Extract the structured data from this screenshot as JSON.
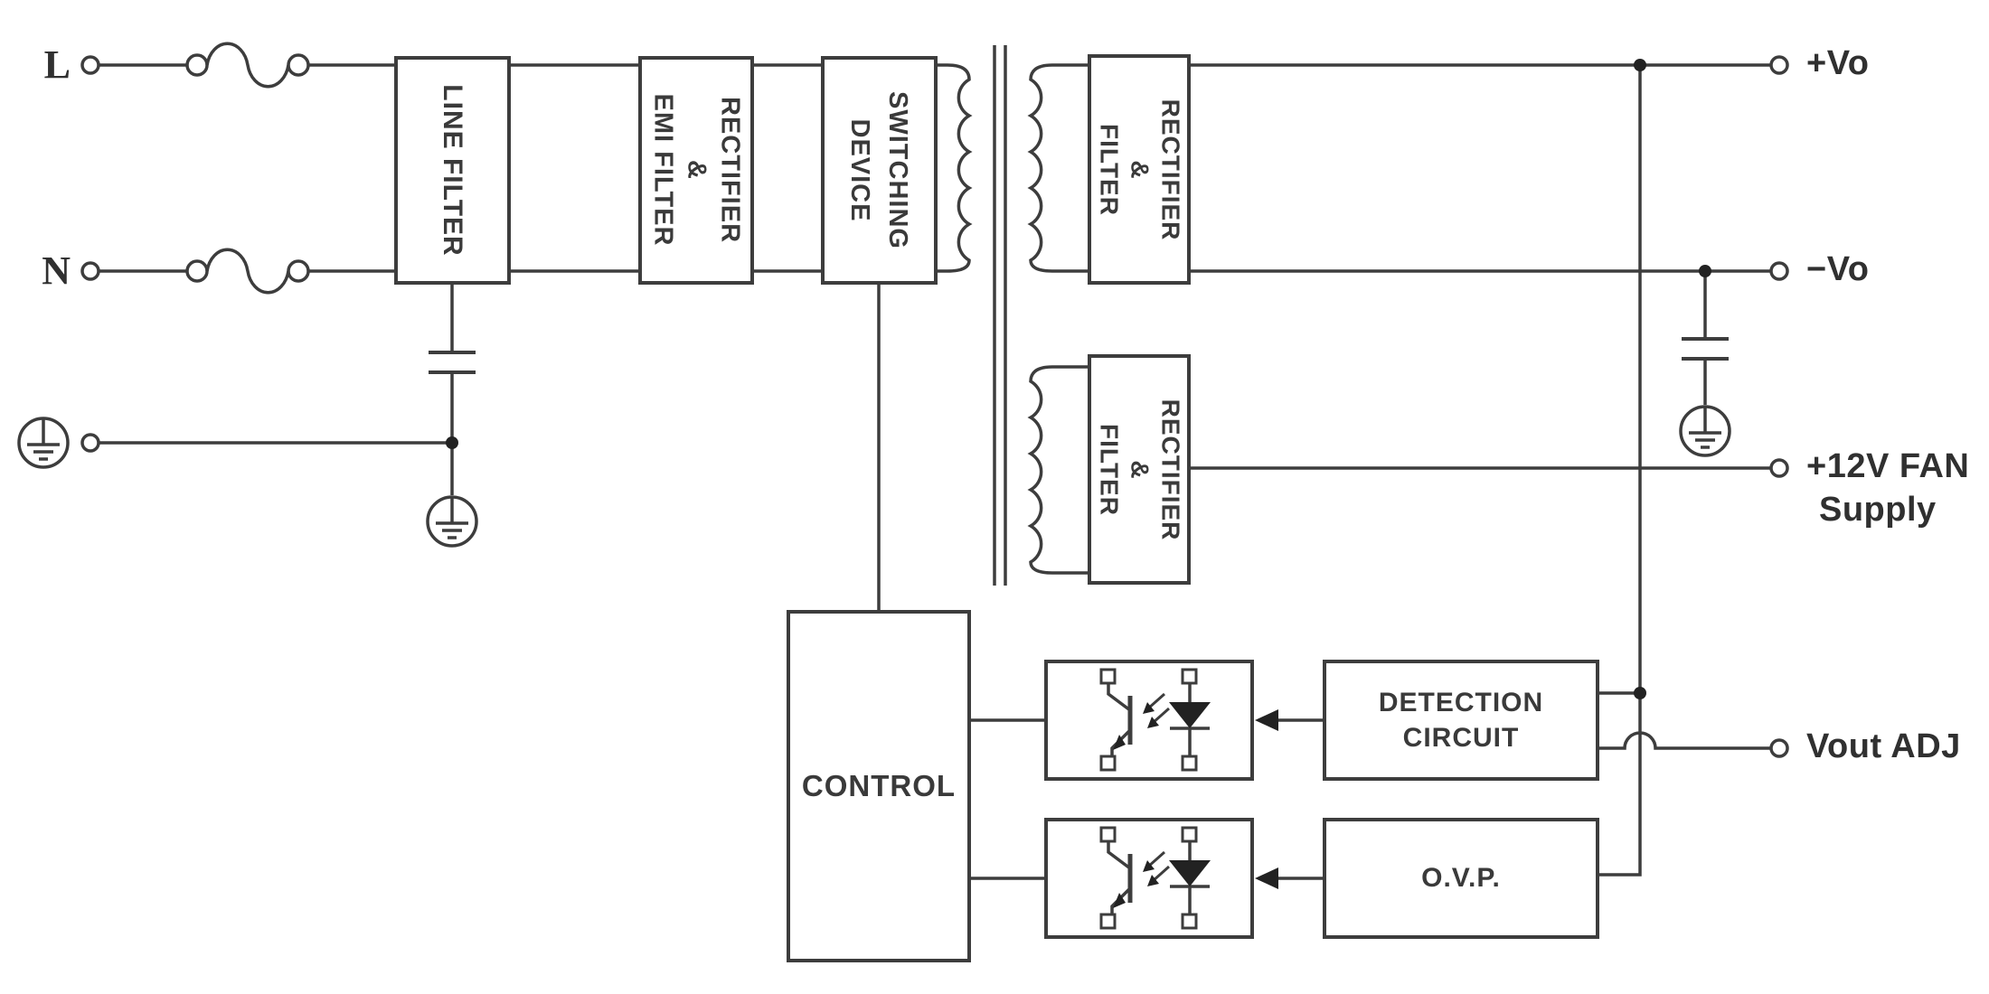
{
  "colors": {
    "background": "#ffffff",
    "line": "#3d3d3d",
    "text": "#303030"
  },
  "input_terminals": {
    "line_label": "L",
    "neutral_label": "N"
  },
  "blocks": {
    "line_filter": {
      "label": "LINE FILTER"
    },
    "rectifier_emi_filter": {
      "line1": "RECTIFIER",
      "line2": "&",
      "line3": "EMI FILTER"
    },
    "switching_device": {
      "line1": "SWITCHING",
      "line2": "DEVICE"
    },
    "rectifier_filter_main": {
      "line1": "RECTIFIER",
      "line2": "&",
      "line3": "FILTER"
    },
    "rectifier_filter_fan": {
      "line1": "RECTIFIER",
      "line2": "&",
      "line3": "FILTER"
    },
    "control": {
      "label": "CONTROL"
    },
    "detection_circuit": {
      "line1": "DETECTION",
      "line2": "CIRCUIT"
    },
    "ovp": {
      "label": "O.V.P."
    }
  },
  "outputs": {
    "vo_plus": "+Vo",
    "vo_minus": "−Vo",
    "fan_supply_line1": "+12V FAN",
    "fan_supply_line2": "Supply",
    "vout_adj": "Vout ADJ"
  },
  "icons": {
    "fuse": "fuse-icon",
    "earth_ground": "earth-ground-icon",
    "capacitor": "capacitor-icon",
    "transformer": "transformer-icon",
    "optocoupler": "optocoupler-icon",
    "junction": "junction-dot",
    "terminal": "terminal-circle"
  }
}
